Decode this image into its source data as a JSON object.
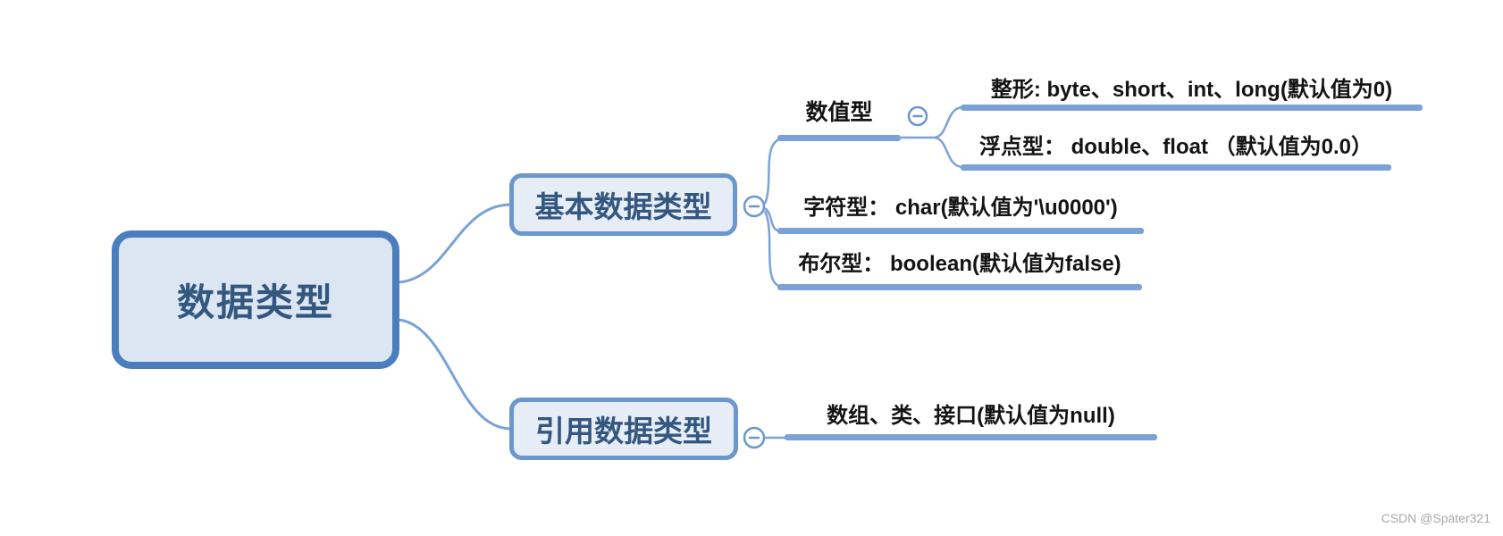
{
  "diagram": {
    "type": "mindmap",
    "root": {
      "label": "数据类型"
    },
    "branches": [
      {
        "id": "basic",
        "label": "基本数据类型",
        "children": [
          {
            "id": "numeric",
            "label": "数值型",
            "children": [
              {
                "id": "integer",
                "label": "整形: byte、short、int、long(默认值为0)"
              },
              {
                "id": "float",
                "label": "浮点型： double、float （默认值为0.0）"
              }
            ]
          },
          {
            "id": "char",
            "label": "字符型： char(默认值为'\\u0000')"
          },
          {
            "id": "boolean",
            "label": "布尔型： boolean(默认值为false)"
          }
        ]
      },
      {
        "id": "reference",
        "label": "引用数据类型",
        "children": [
          {
            "id": "array",
            "label": "数组、类、接口(默认值为null)"
          }
        ]
      }
    ]
  },
  "watermark": {
    "text": "CSDN @Später321"
  },
  "colors": {
    "root_border": "#4a7ebc",
    "root_fill": "#dce6f2",
    "child_border": "#6b97cf",
    "child_fill": "#e6edf7",
    "connector_line": "#7aa2d6",
    "topic_text": "#33577f",
    "leaf_text": "#141414",
    "watermark_text": "#a8a8a8"
  }
}
